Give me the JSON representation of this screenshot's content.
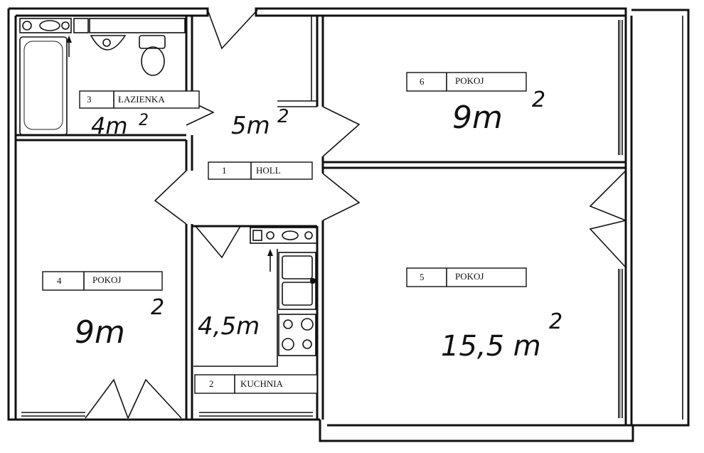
{
  "rooms": [
    {
      "number": "1",
      "name": "HOLL",
      "area": "5m",
      "sup": "2"
    },
    {
      "number": "2",
      "name": "KUCHNIA",
      "area": "4,5m",
      "sup": ""
    },
    {
      "number": "3",
      "name": "ŁAZIENKA",
      "area": "4m",
      "sup": "2"
    },
    {
      "number": "4",
      "name": "POKOJ",
      "area": "9m",
      "sup": "2"
    },
    {
      "number": "5",
      "name": "POKOJ",
      "area": "15,5 m",
      "sup": "2"
    },
    {
      "number": "6",
      "name": "POKOJ",
      "area": "9m",
      "sup": "2"
    }
  ],
  "colors": {
    "ink": "#111111",
    "paper": "#ffffff"
  }
}
